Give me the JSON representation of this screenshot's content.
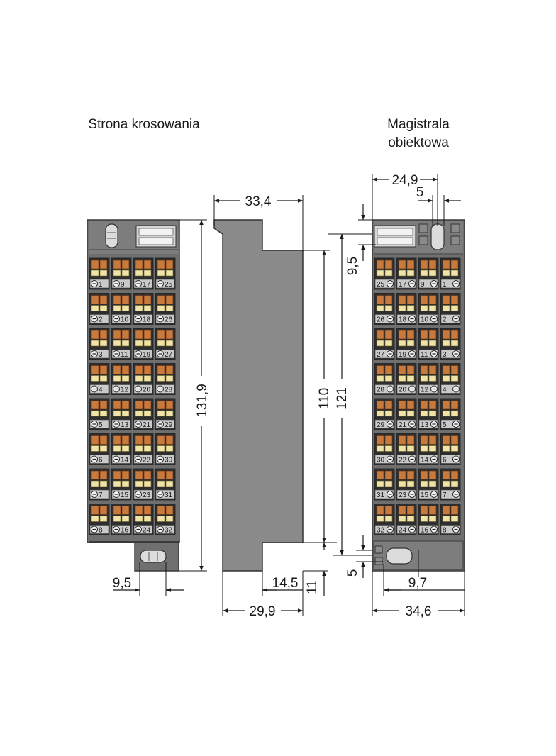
{
  "titles": {
    "left": "Strona krosowania",
    "right_line1": "Magistrala",
    "right_line2": "obiektowa"
  },
  "dimensions": {
    "d_33_4": "33,4",
    "d_131_9": "131,9",
    "d_110": "110",
    "d_121": "121",
    "d_9_5_bottom": "9,5",
    "d_14_5": "14,5",
    "d_11": "11",
    "d_29_9": "29,9",
    "d_24_9": "24,9",
    "d_5_top": "5",
    "d_9_5_right": "9,5",
    "d_5_bottom": "5",
    "d_9_7": "9,7",
    "d_34_6": "34,6"
  },
  "left_terminal_columns": [
    [
      "1",
      "2",
      "3",
      "4",
      "5",
      "6",
      "7",
      "8"
    ],
    [
      "9",
      "10",
      "11",
      "12",
      "13",
      "14",
      "15",
      "16"
    ],
    [
      "17",
      "18",
      "19",
      "20",
      "21",
      "22",
      "23",
      "24"
    ],
    [
      "25",
      "26",
      "27",
      "28",
      "29",
      "30",
      "31",
      "32"
    ]
  ],
  "right_terminal_columns": [
    [
      "25",
      "26",
      "27",
      "28",
      "29",
      "30",
      "31",
      "32"
    ],
    [
      "17",
      "18",
      "19",
      "20",
      "21",
      "22",
      "23",
      "24"
    ],
    [
      "9",
      "10",
      "11",
      "12",
      "13",
      "14",
      "15",
      "16"
    ],
    [
      "1",
      "2",
      "3",
      "4",
      "5",
      "6",
      "7",
      "8"
    ]
  ],
  "colors": {
    "housing": "#6f6f6f",
    "housing_dark": "#4a4a4a",
    "terminal_body": "#2e2e2e",
    "clamp_orange": "#c8793c",
    "clamp_light": "#efe3a8",
    "side_view": "#8a8a8a",
    "label_strip": "#c9c9c9"
  }
}
